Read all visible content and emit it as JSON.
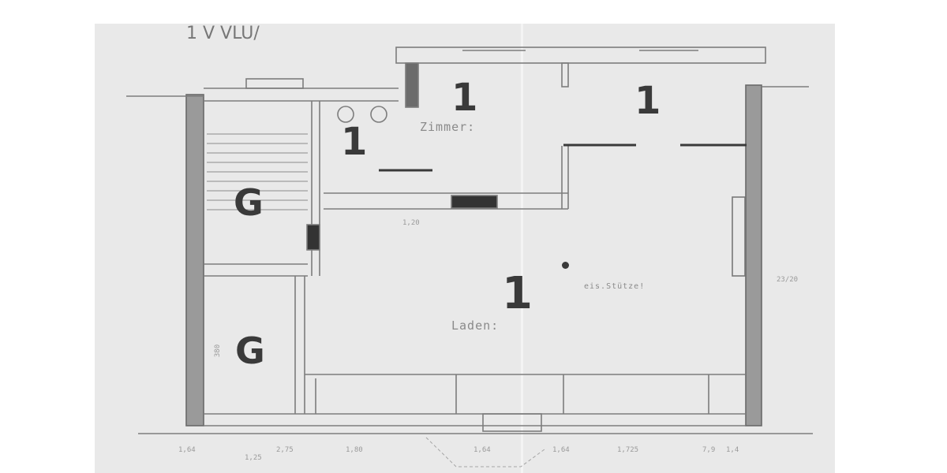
{
  "plan": {
    "rooms": {
      "zimmer": "Zimmer:",
      "laden": "Laden:",
      "stuetze_note": "eis.Stütze!"
    },
    "handwritten_marks": {
      "zimmer_left": "1",
      "zimmer_right": "1",
      "wc": "1",
      "laden": "1",
      "stair_top": "G",
      "stair_bottom": "G"
    },
    "top_scribble": "1 V VLU/",
    "dimensions": {
      "bottom": [
        "1,64",
        "1,25",
        "2,75",
        "1,80",
        "1,64",
        "1,64",
        "1,725",
        "7,9",
        "1,4"
      ],
      "right_wall": "23/20",
      "left_room_height": "380",
      "between": "1,20"
    }
  }
}
